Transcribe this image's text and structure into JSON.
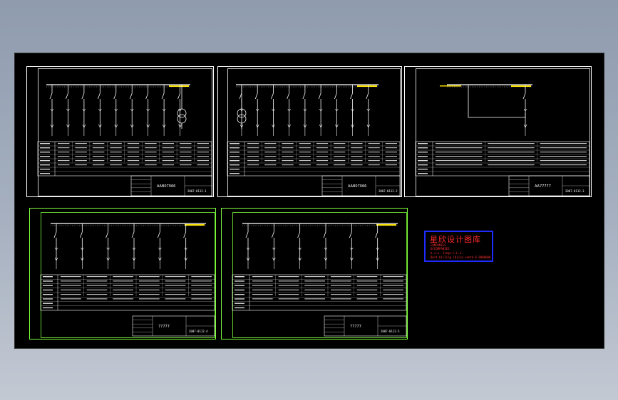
{
  "colors": {
    "background_top": "#8f9cae",
    "viewport": "#000000",
    "sheet_border": "#ffffff",
    "selected_border": "#7dff3a",
    "wire": "#ffffff",
    "label": "#ffe600",
    "logo_border": "#1f2bff",
    "logo_text": "#ff2a2a"
  },
  "logo": {
    "title": "星欣设计图库",
    "line1": "COMPANIES",
    "line2": "OCCOMPANIES",
    "line3": "a.s.e. Jingo L.L.o.",
    "line4": "Best billing (8)/xo.ventd.6 0000000"
  },
  "sheets": [
    {
      "id": "sheet-1",
      "feeders": 9,
      "transformer": "right",
      "title_code": "AAB07066",
      "drawing_no": "2007-0112-1"
    },
    {
      "id": "sheet-2",
      "feeders": 9,
      "transformer": "left",
      "title_code": "AAB07066",
      "drawing_no": "2007-0112-2"
    },
    {
      "id": "sheet-3",
      "feeders": 1,
      "transformer": "none",
      "title_code": "AA77777",
      "drawing_no": "2007-0112-3"
    },
    {
      "id": "sheet-4",
      "feeders": 6,
      "transformer": "none",
      "title_code": "77777",
      "drawing_no": "2007-0112-4"
    },
    {
      "id": "sheet-5",
      "feeders": 6,
      "transformer": "none",
      "title_code": "77777",
      "drawing_no": "2007-0112-5"
    }
  ]
}
